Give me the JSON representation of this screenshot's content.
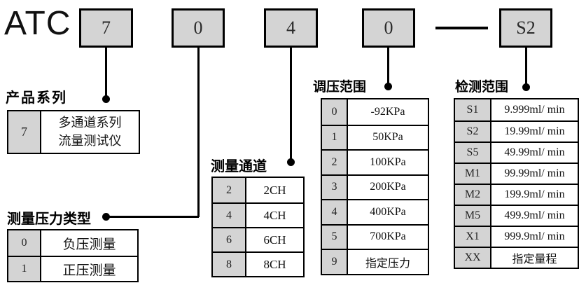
{
  "model_code": {
    "prefix": "ATC",
    "segments": [
      "7",
      "0",
      "4",
      "0",
      "S2"
    ],
    "separator": "dash"
  },
  "colors": {
    "box_fill": "#d4d4d4",
    "line": "#000000",
    "page_bg": "#ffffff"
  },
  "sections": {
    "product_series": {
      "title": "产品系列",
      "rows": [
        {
          "code": "7",
          "desc": "多通道系列\n流量测试仪"
        }
      ]
    },
    "pressure_type": {
      "title": "测量压力类型",
      "rows": [
        {
          "code": "0",
          "desc": "负压测量"
        },
        {
          "code": "1",
          "desc": "正压测量"
        }
      ]
    },
    "channels": {
      "title": "测量通道",
      "rows": [
        {
          "code": "2",
          "desc": "2CH"
        },
        {
          "code": "4",
          "desc": "4CH"
        },
        {
          "code": "6",
          "desc": "6CH"
        },
        {
          "code": "8",
          "desc": "8CH"
        }
      ]
    },
    "pressure_range": {
      "title": "调压范围",
      "rows": [
        {
          "code": "0",
          "desc": "-92KPa"
        },
        {
          "code": "1",
          "desc": "50KPa"
        },
        {
          "code": "2",
          "desc": "100KPa"
        },
        {
          "code": "3",
          "desc": "200KPa"
        },
        {
          "code": "4",
          "desc": "400KPa"
        },
        {
          "code": "5",
          "desc": "700KPa"
        },
        {
          "code": "9",
          "desc": "指定压力"
        }
      ]
    },
    "detection_range": {
      "title": "检测范围",
      "rows": [
        {
          "code": "S1",
          "desc": "9.999ml/ min"
        },
        {
          "code": "S2",
          "desc": "19.99ml/ min"
        },
        {
          "code": "S5",
          "desc": "49.99ml/ min"
        },
        {
          "code": "M1",
          "desc": "99.99ml/ min"
        },
        {
          "code": "M2",
          "desc": "199.9ml/ min"
        },
        {
          "code": "M5",
          "desc": "499.9ml/ min"
        },
        {
          "code": "X1",
          "desc": "999.9ml/ min"
        },
        {
          "code": "XX",
          "desc": "指定量程"
        }
      ]
    }
  }
}
